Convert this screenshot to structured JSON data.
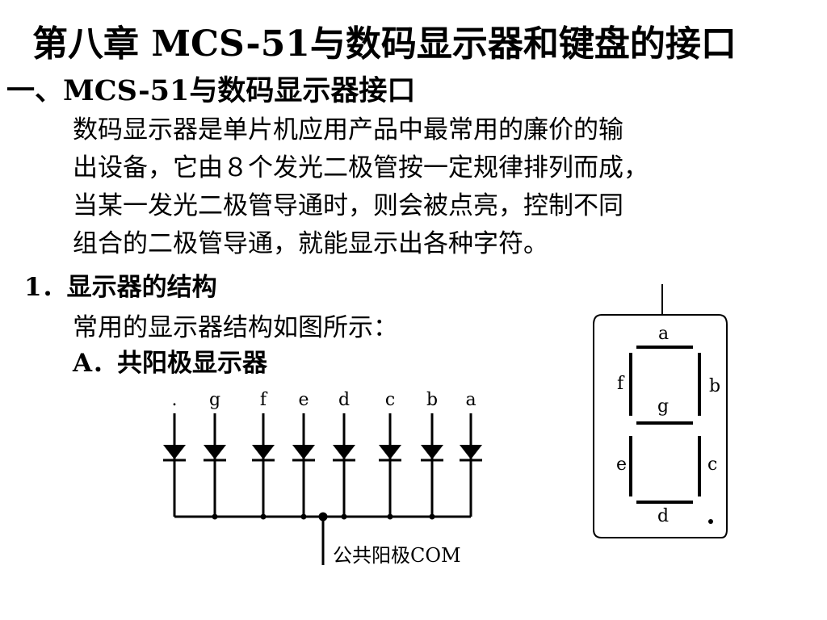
{
  "title": "第八章  MCS-51与数码显示器和键盘的接口",
  "section": "一、MCS-51与数码显示器接口",
  "paragraph": [
    "数码显示器是单片机应用产品中最常用的廉价的输",
    "出设备，它由８个发光二极管按一定规律排列而成，",
    "当某一发光二极管导通时，则会被点亮，控制不同",
    "组合的二极管导通，就能显示出各种字符。"
  ],
  "heading1": "1．显示器的结构",
  "note": "常用的显示器结构如图所示：",
  "subheading": "A．共阳极显示器",
  "circuit": {
    "pins": [
      ".",
      "g",
      "f",
      "e",
      "d",
      "c",
      "b",
      "a"
    ],
    "common_label": "公共阳极COM"
  },
  "segment_display": {
    "labels": {
      "a": "a",
      "b": "b",
      "c": "c",
      "d": "d",
      "e": "e",
      "f": "f",
      "g": "g",
      "dp": "."
    }
  }
}
